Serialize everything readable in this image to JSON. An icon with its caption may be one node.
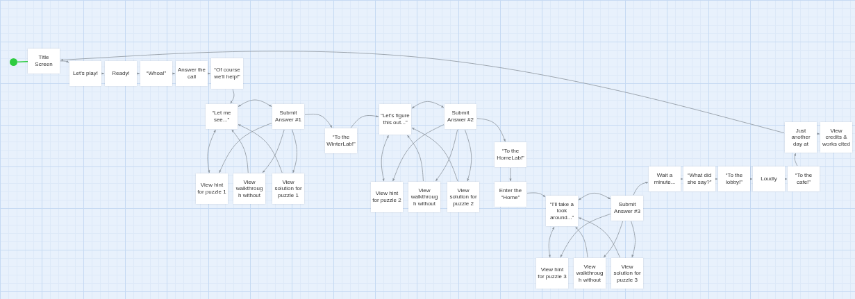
{
  "diagram": {
    "nodes": [
      {
        "text": [],
        "shape": "circle"
      },
      {
        "text": [
          "Title Screen"
        ]
      },
      {
        "text": [
          "Let's play!"
        ]
      },
      {
        "text": [
          "Ready!"
        ]
      },
      {
        "text": [
          "“Whoa!”"
        ]
      },
      {
        "text": [
          "Answer the call"
        ]
      },
      {
        "text": [
          "“Of course we'll help!”"
        ]
      },
      {
        "text": [
          "“Let me see...”"
        ]
      },
      {
        "text": [
          "Submit Answer #1"
        ]
      },
      {
        "text": [
          "View hint for puzzle 1"
        ]
      },
      {
        "text": [
          "View walkthrough without"
        ]
      },
      {
        "text": [
          "View solution for puzzle 1"
        ]
      },
      {
        "text": [
          "“To the WinterLab!”"
        ]
      },
      {
        "text": [
          "“Let's figure this out...”"
        ]
      },
      {
        "text": [
          "Submit Answer #2"
        ]
      },
      {
        "text": [
          "View hint for puzzle 2"
        ]
      },
      {
        "text": [
          "View walkthrough without"
        ]
      },
      {
        "text": [
          "View solution for puzzle 2"
        ]
      },
      {
        "text": [
          "“To the HomeLab!”"
        ]
      },
      {
        "text": [
          "Enter the “Home”"
        ]
      },
      {
        "text": [
          "“I'll take a look around...”"
        ]
      },
      {
        "text": [
          "Submit Answer #3"
        ]
      },
      {
        "text": [
          "View hint for puzzle 3"
        ]
      },
      {
        "text": [
          "View walkthrough without"
        ]
      },
      {
        "text": [
          "View solution for puzzle 3"
        ]
      },
      {
        "text": [
          "Wait a minute..."
        ]
      },
      {
        "text": [
          "“What did she say?”"
        ]
      },
      {
        "text": [
          "“To the lobby!”"
        ]
      },
      {
        "text": [
          "Loudly"
        ]
      },
      {
        "text": [
          "“To the cafe!”"
        ]
      },
      {
        "text": [
          "Just another day at"
        ]
      },
      {
        "text": [
          "View credits & works cited"
        ]
      }
    ],
    "edges": [
      {
        "from": 0,
        "to": 1,
        "arrow": "none",
        "color": "#2ecc40"
      },
      {
        "from": 1,
        "to": 2,
        "arrow": "to"
      },
      {
        "from": 2,
        "to": 3,
        "arrow": "to"
      },
      {
        "from": 3,
        "to": 4,
        "arrow": "to"
      },
      {
        "from": 4,
        "to": 5,
        "arrow": "to"
      },
      {
        "from": 5,
        "to": 6,
        "arrow": "to"
      },
      {
        "from": 6,
        "to": 7,
        "arrow": "to"
      },
      {
        "from": 7,
        "to": 8,
        "arrow": "both"
      },
      {
        "from": 7,
        "to": 9,
        "arrow": "both"
      },
      {
        "from": 10,
        "to": 7,
        "arrow": "to"
      },
      {
        "from": 11,
        "to": 7,
        "arrow": "to"
      },
      {
        "from": 8,
        "to": 9,
        "arrow": "to"
      },
      {
        "from": 8,
        "to": 10,
        "arrow": "to"
      },
      {
        "from": 8,
        "to": 11,
        "arrow": "to"
      },
      {
        "from": 8,
        "to": 12,
        "arrow": "to"
      },
      {
        "from": 12,
        "to": 13,
        "arrow": "to"
      },
      {
        "from": 13,
        "to": 14,
        "arrow": "both"
      },
      {
        "from": 13,
        "to": 15,
        "arrow": "both"
      },
      {
        "from": 16,
        "to": 13,
        "arrow": "to"
      },
      {
        "from": 17,
        "to": 13,
        "arrow": "to"
      },
      {
        "from": 14,
        "to": 15,
        "arrow": "to"
      },
      {
        "from": 14,
        "to": 16,
        "arrow": "to"
      },
      {
        "from": 14,
        "to": 17,
        "arrow": "to"
      },
      {
        "from": 14,
        "to": 18,
        "arrow": "to"
      },
      {
        "from": 18,
        "to": 19,
        "arrow": "to"
      },
      {
        "from": 19,
        "to": 20,
        "arrow": "to"
      },
      {
        "from": 20,
        "to": 21,
        "arrow": "both"
      },
      {
        "from": 20,
        "to": 22,
        "arrow": "both"
      },
      {
        "from": 23,
        "to": 20,
        "arrow": "to"
      },
      {
        "from": 24,
        "to": 20,
        "arrow": "to"
      },
      {
        "from": 21,
        "to": 22,
        "arrow": "to"
      },
      {
        "from": 21,
        "to": 23,
        "arrow": "to"
      },
      {
        "from": 21,
        "to": 24,
        "arrow": "to"
      },
      {
        "from": 21,
        "to": 25,
        "arrow": "to"
      },
      {
        "from": 25,
        "to": 26,
        "arrow": "to"
      },
      {
        "from": 26,
        "to": 27,
        "arrow": "to"
      },
      {
        "from": 27,
        "to": 28,
        "arrow": "to"
      },
      {
        "from": 28,
        "to": 29,
        "arrow": "to"
      },
      {
        "from": 29,
        "to": 30,
        "arrow": "to"
      },
      {
        "from": 30,
        "to": 31,
        "arrow": "to"
      },
      {
        "from": 30,
        "to": 1,
        "arrow": "to"
      }
    ]
  }
}
